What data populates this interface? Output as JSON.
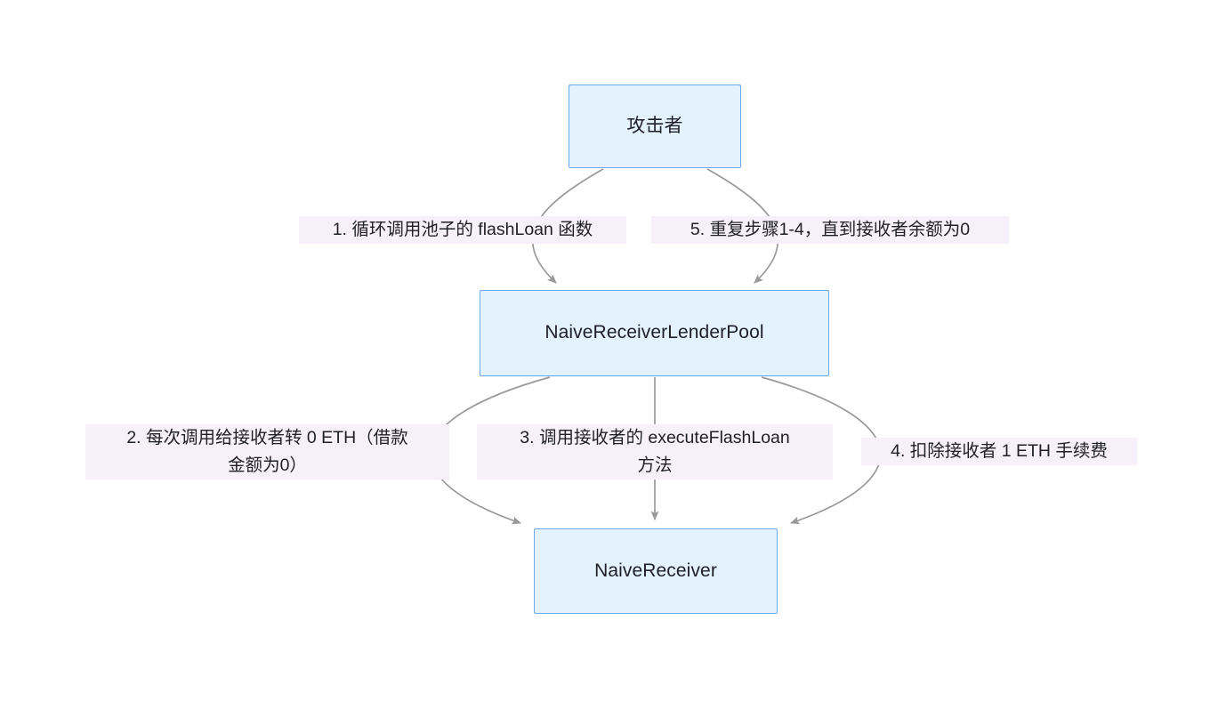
{
  "diagram": {
    "type": "flowchart",
    "direction": "top-down",
    "title": "NaiveReceiver flash loan attack flow",
    "colors": {
      "node_fill": "#e3f2fd",
      "node_border": "#6ba8ef",
      "node_text": "#1f1f28",
      "edge_stroke": "#999999",
      "arrowhead_fill": "#999999",
      "label_background": "#f6f0fa",
      "label_text": "#1f1f28",
      "canvas_background": "#ffffff"
    },
    "nodes": [
      {
        "id": "attacker",
        "label": "攻击者"
      },
      {
        "id": "pool",
        "label": "NaiveReceiverLenderPool"
      },
      {
        "id": "receiver",
        "label": "NaiveReceiver"
      }
    ],
    "edges": [
      {
        "id": "e1",
        "from": "attacker",
        "to": "pool",
        "label": "1. 循环调用池子的 flashLoan 函数"
      },
      {
        "id": "e5",
        "from": "attacker",
        "to": "pool",
        "label": "5. 重复步骤1-4，直到接收者余额为0"
      },
      {
        "id": "e2",
        "from": "pool",
        "to": "receiver",
        "label": "2. 每次调用给接收者转 0 ETH（借款\n金额为0）"
      },
      {
        "id": "e3",
        "from": "pool",
        "to": "receiver",
        "label": "3. 调用接收者的 executeFlashLoan\n方法"
      },
      {
        "id": "e4",
        "from": "pool",
        "to": "receiver",
        "label": "4. 扣除接收者 1 ETH 手续费"
      }
    ]
  }
}
